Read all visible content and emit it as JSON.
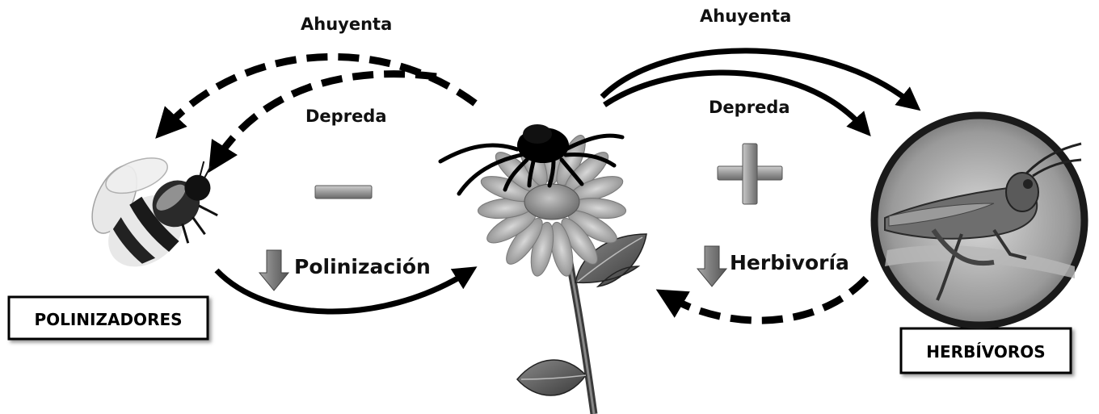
{
  "labels": {
    "ahuyenta_left": "Ahuyenta",
    "ahuyenta_right": "Ahuyenta",
    "depreda_left": "Depreda",
    "depreda_right": "Depreda",
    "polinizacion": "Polinización",
    "herbivoria": "Herbivoría"
  },
  "boxes": {
    "polinizadores": "POLINIZADORES",
    "herbivoros": "HERBÍVOROS"
  },
  "signs": {
    "left": "minus",
    "right": "plus"
  },
  "icons": {
    "bee": "bumblebee-icon",
    "spider": "spider-icon",
    "flower": "flower-icon",
    "grasshopper": "grasshopper-icon",
    "down_arrow": "down-arrow-icon"
  }
}
